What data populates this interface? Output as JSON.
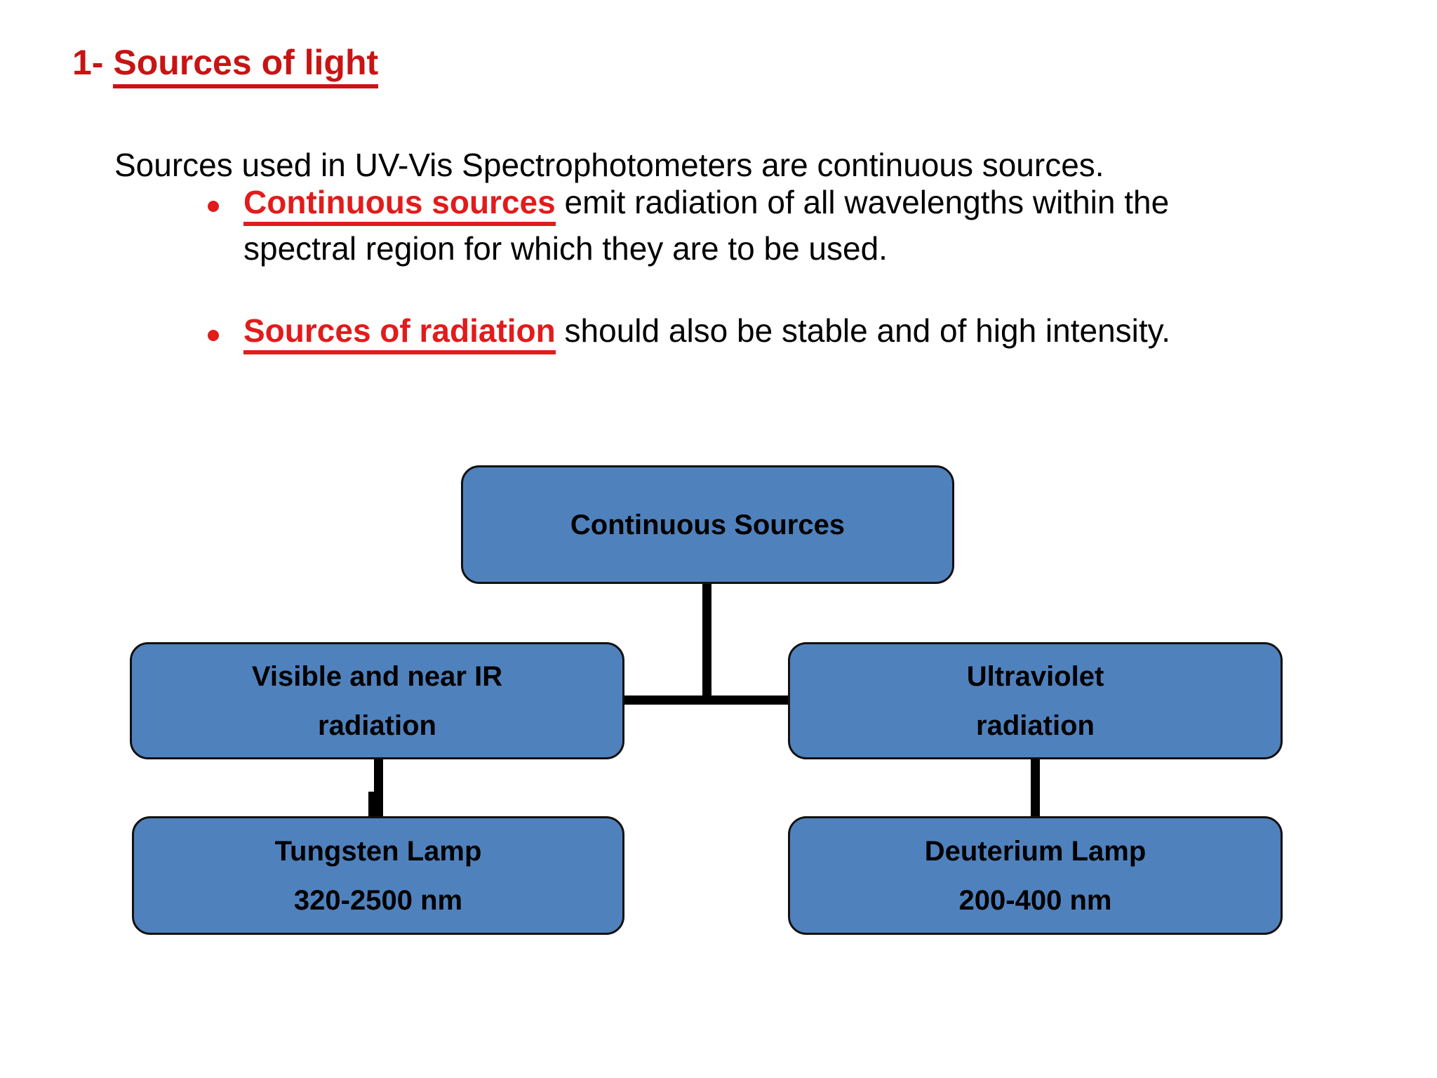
{
  "slide": {
    "title": {
      "prefix": "1- ",
      "underlined": "Sources of light"
    },
    "intro": "Sources used in UV-Vis Spectrophotometers are continuous sources.",
    "bullets": [
      {
        "lead": "Continuous sources",
        "rest_line1": " emit radiation of all wavelengths within the",
        "line2": "spectral region for which they are to be used."
      },
      {
        "lead": "Sources of radiation",
        "rest_line1": " should also be stable and of high intensity.",
        "line2": ""
      }
    ],
    "diagram": {
      "root_label": "Continuous Sources",
      "branches": [
        {
          "category": {
            "line1": "Visible and near IR",
            "line2": "radiation"
          },
          "source": {
            "line1": "Tungsten Lamp",
            "line2": "320-2500 nm"
          }
        },
        {
          "category": {
            "line1": "Ultraviolet",
            "line2": "radiation"
          },
          "source": {
            "line1": "Deuterium Lamp",
            "line2": "200-400 nm"
          }
        }
      ]
    },
    "colors": {
      "title_red": "#c81414",
      "accent_red": "#e21b1b",
      "box_fill": "#4f81bd",
      "box_border": "#111111",
      "connector": "#000000",
      "text": "#000000",
      "background": "#ffffff"
    }
  }
}
